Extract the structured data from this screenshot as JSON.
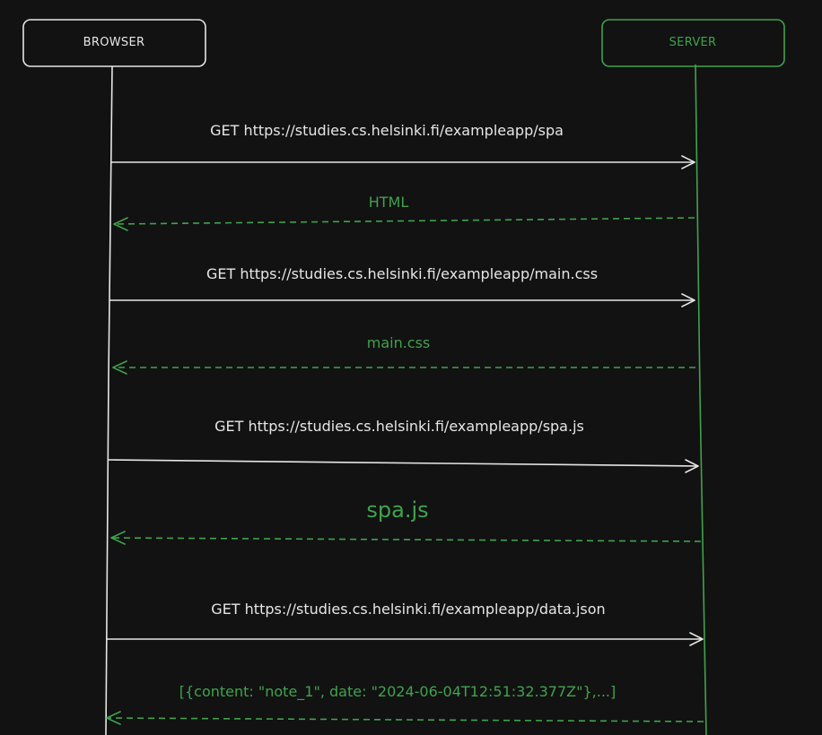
{
  "colors": {
    "background": "#121212",
    "request": "#e6e6e6",
    "response": "#3fa34d"
  },
  "actors": {
    "browser": {
      "label": "BROWSER"
    },
    "server": {
      "label": "SERVER"
    }
  },
  "messages": [
    {
      "kind": "request",
      "label": "GET https://studies.cs.helsinki.fi/exampleapp/spa"
    },
    {
      "kind": "response",
      "label": "HTML"
    },
    {
      "kind": "request",
      "label": "GET https://studies.cs.helsinki.fi/exampleapp/main.css"
    },
    {
      "kind": "response",
      "label": "main.css"
    },
    {
      "kind": "request",
      "label": "GET https://studies.cs.helsinki.fi/exampleapp/spa.js"
    },
    {
      "kind": "response",
      "label": "spa.js"
    },
    {
      "kind": "request",
      "label": "GET https://studies.cs.helsinki.fi/exampleapp/data.json"
    },
    {
      "kind": "response",
      "label": "[{content: \"note_1\", date: \"2024-06-04T12:51:32.377Z\"},...]"
    }
  ]
}
